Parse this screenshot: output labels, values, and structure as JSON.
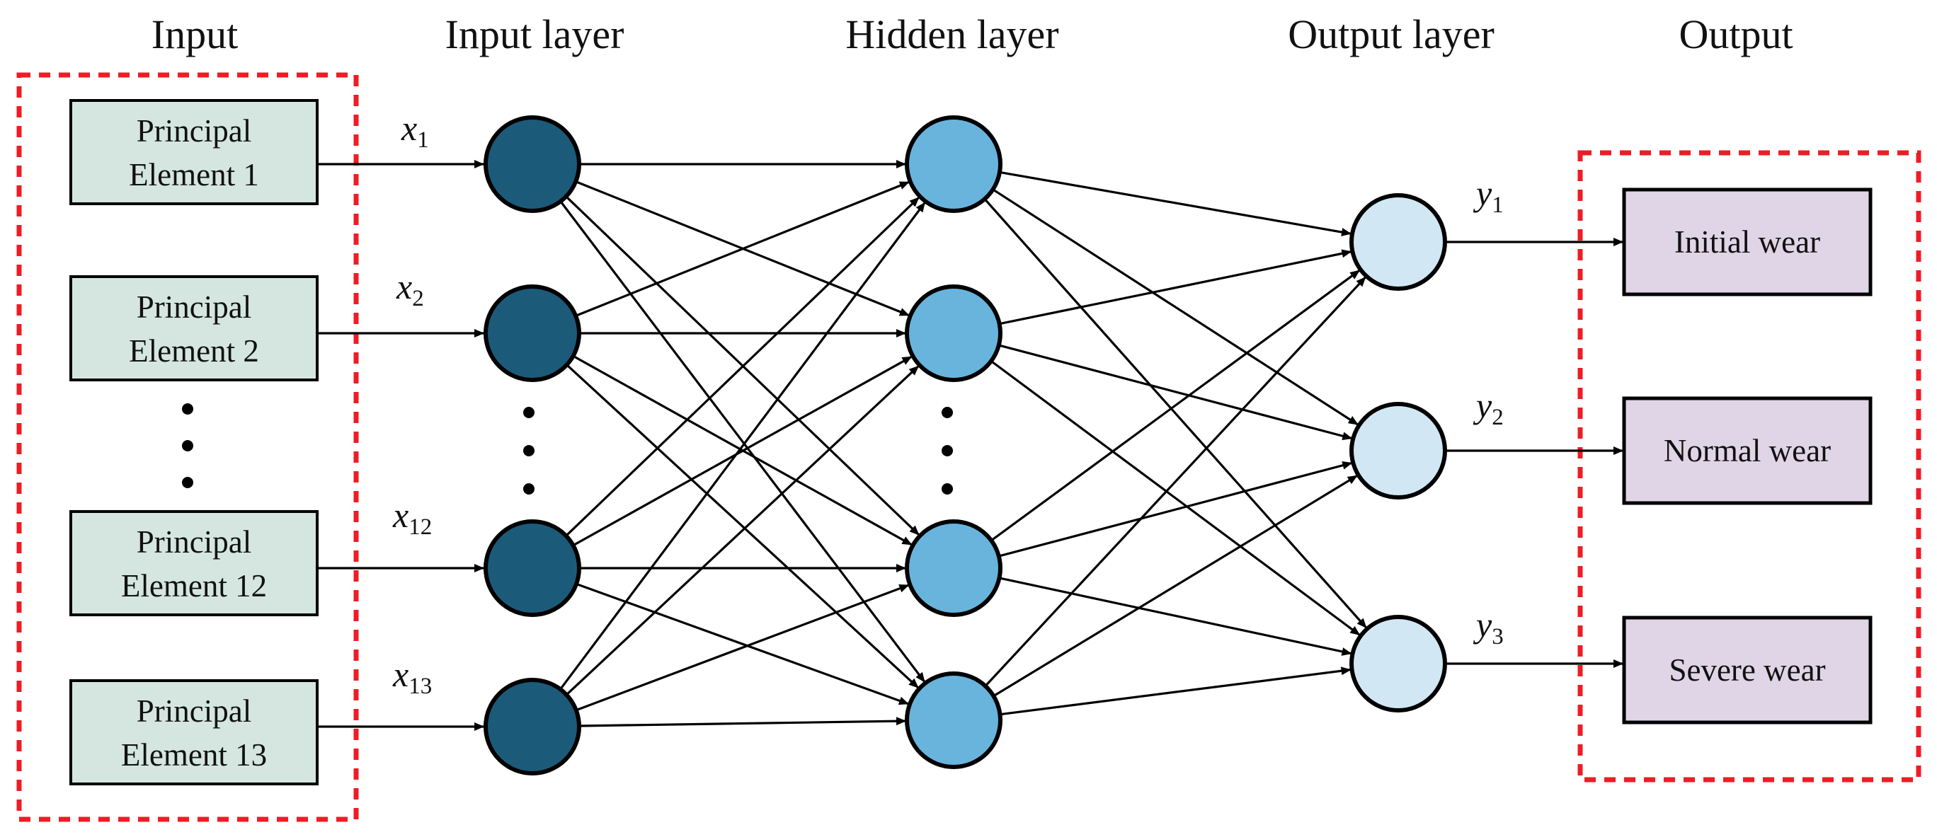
{
  "headers": {
    "input": "Input",
    "input_layer": "Input layer",
    "hidden_layer": "Hidden layer",
    "output_layer": "Output layer",
    "output": "Output"
  },
  "input_boxes": [
    {
      "line1": "Principal",
      "line2": "Element 1"
    },
    {
      "line1": "Principal",
      "line2": "Element 2"
    },
    {
      "line1": "Principal",
      "line2": "Element 12"
    },
    {
      "line1": "Principal",
      "line2": "Element 13"
    }
  ],
  "input_vars": [
    {
      "base": "x",
      "sub": "1"
    },
    {
      "base": "x",
      "sub": "2"
    },
    {
      "base": "x",
      "sub": "12"
    },
    {
      "base": "x",
      "sub": "13"
    }
  ],
  "output_vars": [
    {
      "base": "y",
      "sub": "1"
    },
    {
      "base": "y",
      "sub": "2"
    },
    {
      "base": "y",
      "sub": "3"
    }
  ],
  "output_boxes": [
    "Initial wear",
    "Normal wear",
    "Severe wear"
  ],
  "colors": {
    "input_box_fill": "#d4e6df",
    "output_box_fill": "#e0d5e6",
    "input_node_fill": "#1c5a7a",
    "hidden_node_fill": "#68b4dd",
    "output_node_fill": "#d2e7f4",
    "dashed_border": "#ee1c25"
  }
}
